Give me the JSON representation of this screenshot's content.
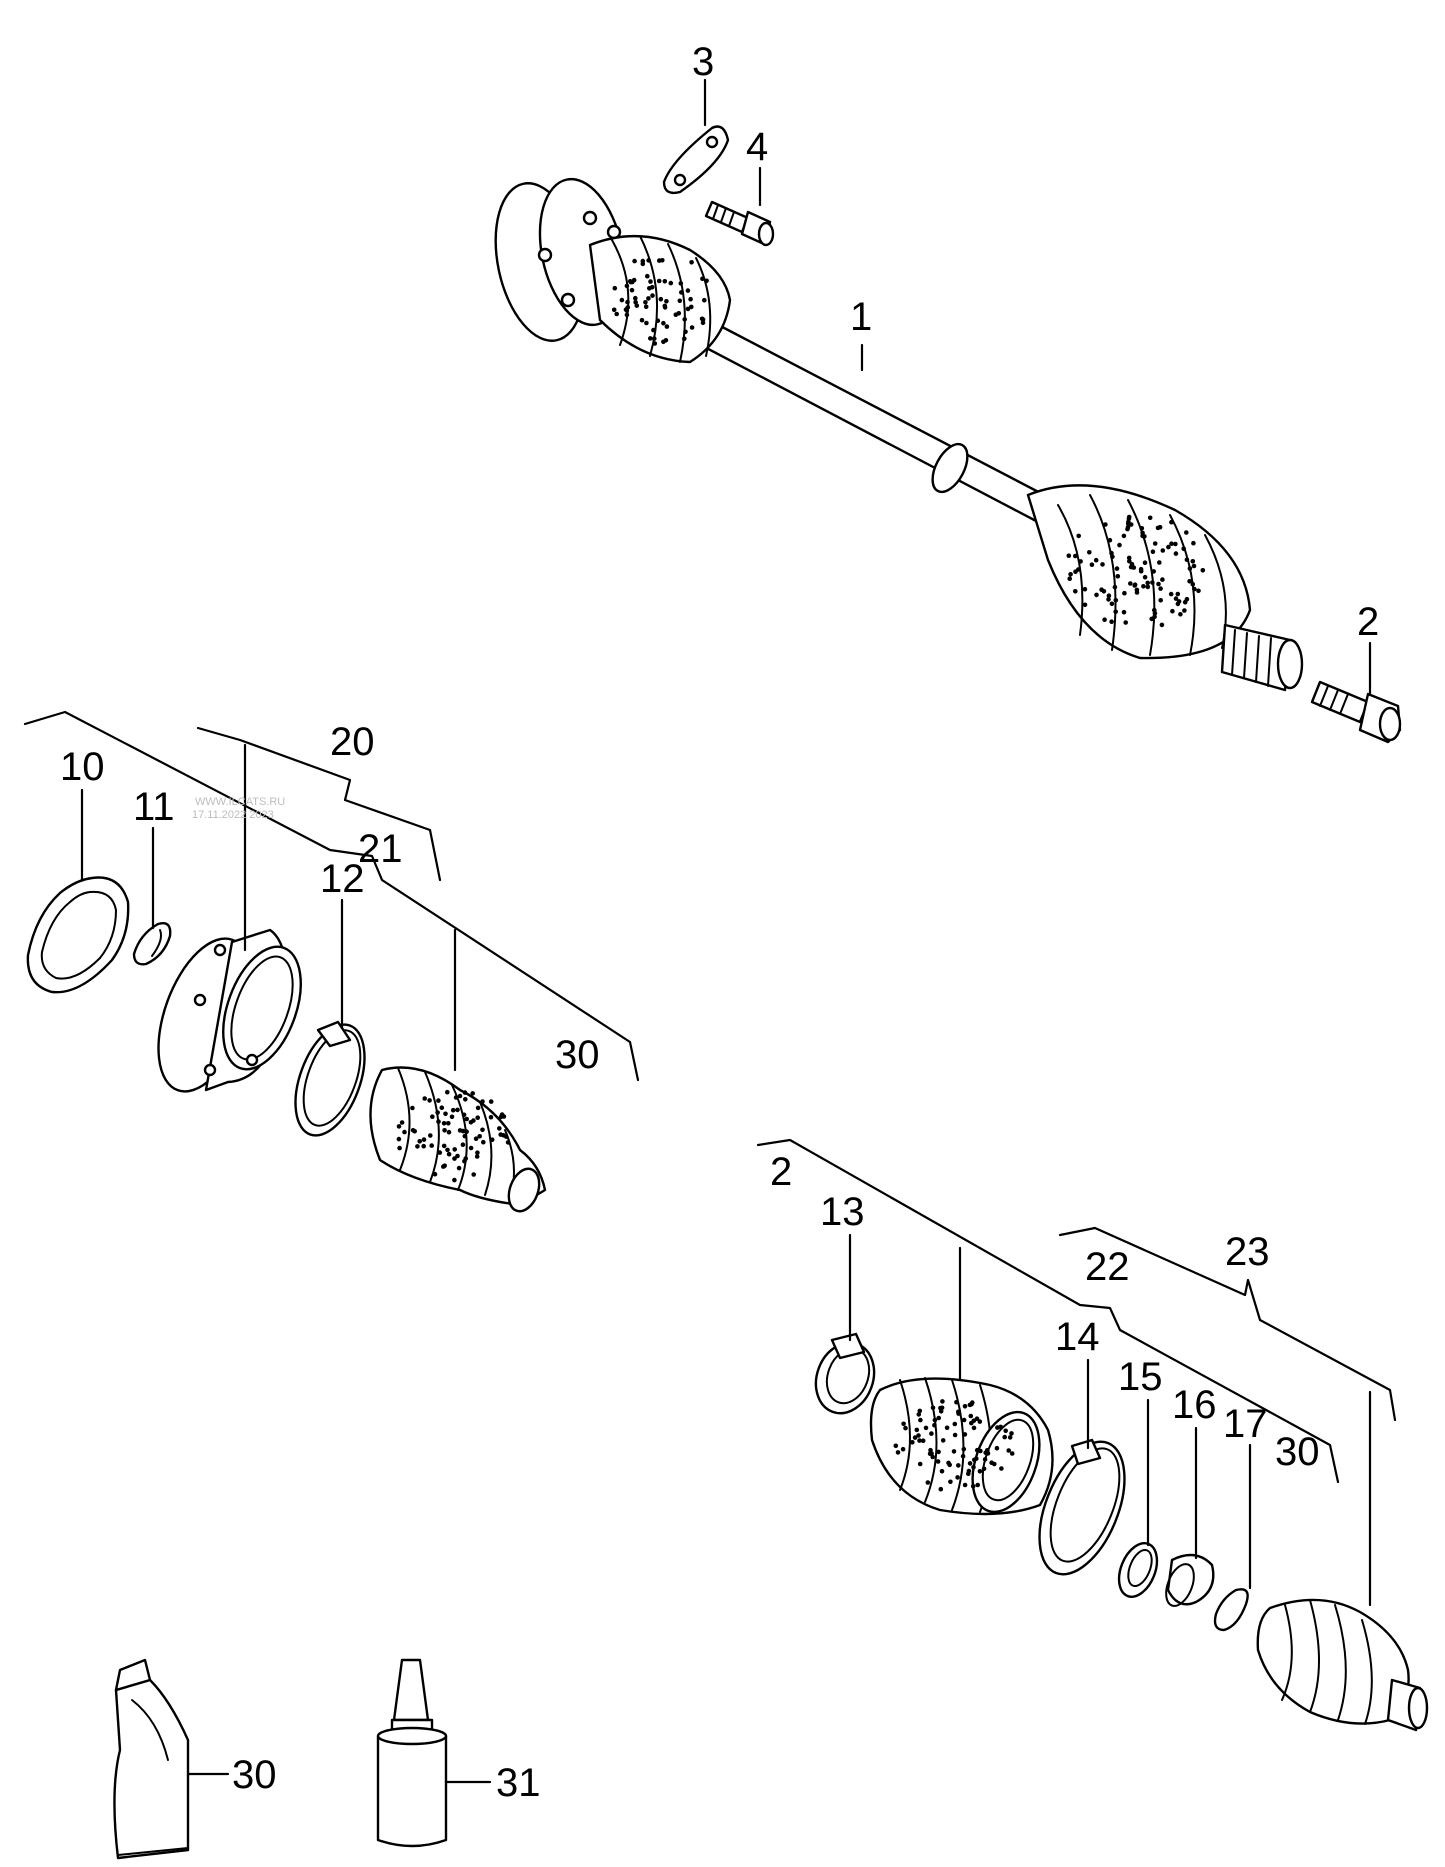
{
  "labels": {
    "l1": "1",
    "l2a": "2",
    "l3": "3",
    "l4": "4",
    "l10": "10",
    "l11": "11",
    "l12": "12",
    "l20": "20",
    "l21": "21",
    "l30a": "30",
    "l2b": "2",
    "l13": "13",
    "l14": "14",
    "l15": "15",
    "l16": "16",
    "l17": "17",
    "l22": "22",
    "l23": "23",
    "l30b": "30",
    "l30c": "30",
    "l31": "31"
  },
  "watermark": {
    "line1": "WWW.ILCATS.RU",
    "line2": "17.11.2022 2023"
  },
  "colors": {
    "stroke": "#000000",
    "background": "#ffffff"
  }
}
